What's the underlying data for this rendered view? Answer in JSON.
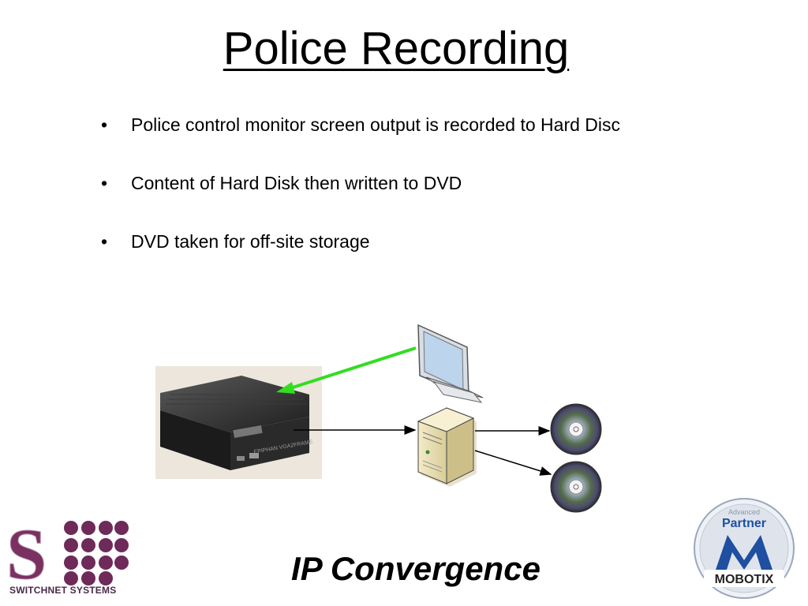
{
  "slide": {
    "title": "Police Recording",
    "bullets": [
      "Police control monitor screen output is recorded to Hard Disc",
      "Content of Hard Disk then written to DVD",
      "DVD taken for off-site storage"
    ],
    "footer": "IP Convergence"
  },
  "logos": {
    "switchnet": {
      "caption": "SWITCHNET SYSTEMS",
      "letter": "S"
    },
    "mobotix": {
      "top": "Advanced",
      "partner": "Partner",
      "brand": "MOBOTIX"
    }
  },
  "recorder": {
    "label": "EPIPHAN VGA2FRAME"
  },
  "colors": {
    "arrow_green": "#33dd22",
    "plum": "#7a3060",
    "mobotix_blue": "#1e4fa0"
  }
}
